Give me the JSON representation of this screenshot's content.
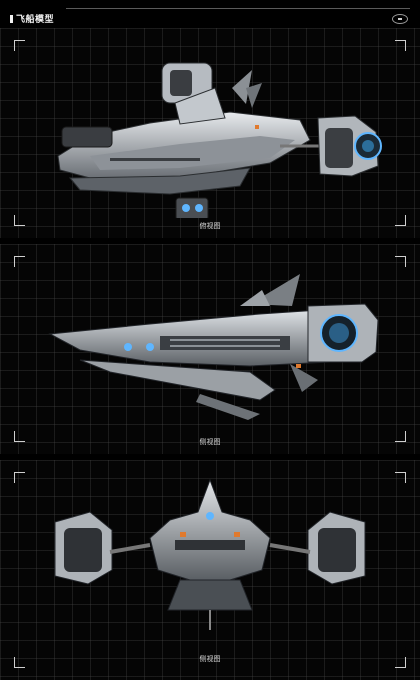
{
  "header": {
    "title": "飞船模型",
    "logo_icon": "shield-logo-icon"
  },
  "views": [
    {
      "caption": "俯视图"
    },
    {
      "caption": "侧视图"
    },
    {
      "caption": "侧视图"
    }
  ],
  "colors": {
    "background": "#000000",
    "grid": "#464646",
    "hull": "#c9cdd1",
    "engine_glow": "#5fb6ff",
    "accent": "#e07a2e"
  }
}
